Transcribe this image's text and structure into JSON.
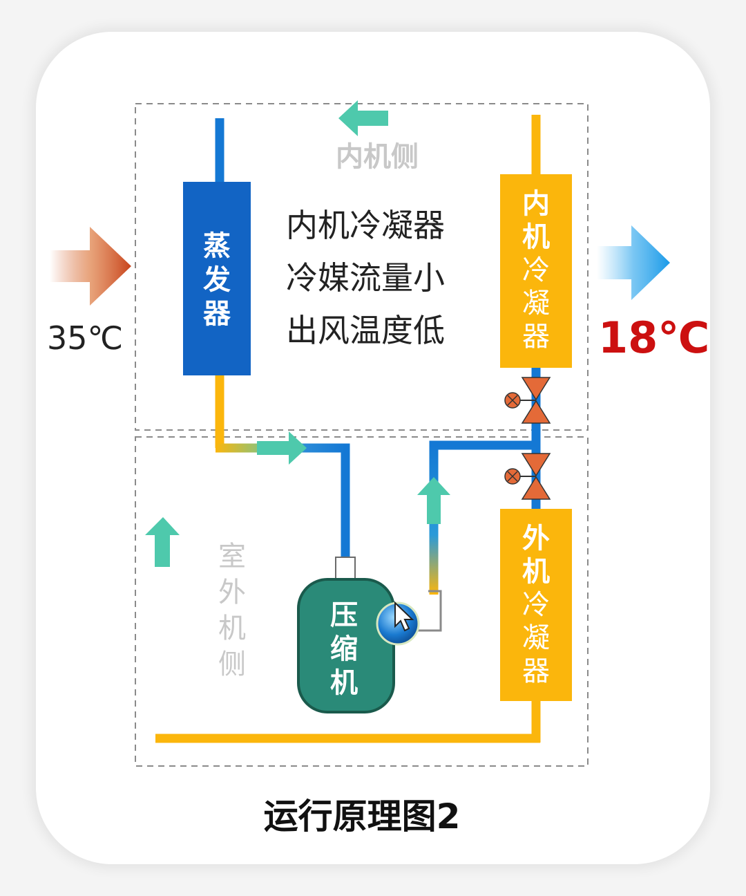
{
  "zones": {
    "indoor_label": "内机侧",
    "outdoor_label_chars": [
      "室",
      "外",
      "机",
      "侧"
    ]
  },
  "components": {
    "evaporator_chars": [
      "蒸",
      "发",
      "器"
    ],
    "indoor_condenser_chars": [
      "内",
      "机",
      "冷",
      "凝",
      "器"
    ],
    "outdoor_condenser_chars": [
      "外",
      "机",
      "冷",
      "凝",
      "器"
    ],
    "compressor_chars": [
      "压",
      "缩",
      "机"
    ]
  },
  "description_lines": [
    "内机冷凝器",
    "冷媒流量小",
    "出风温度低"
  ],
  "temperatures": {
    "inlet": "35℃",
    "outlet": "18℃"
  },
  "caption": "运行原理图2",
  "colors": {
    "blue_pipe": "#1478d4",
    "yellow_pipe": "#fbb60c",
    "evaporator": "#1264c4",
    "compressor": "#2a8a78",
    "flow_arrow": "#4ec9ac",
    "inlet_arrow": "#d05a2a",
    "outlet_arrow": "#2aa6ec",
    "outlet_temp": "#cc1010",
    "zone_label": "#c8c8c8"
  }
}
